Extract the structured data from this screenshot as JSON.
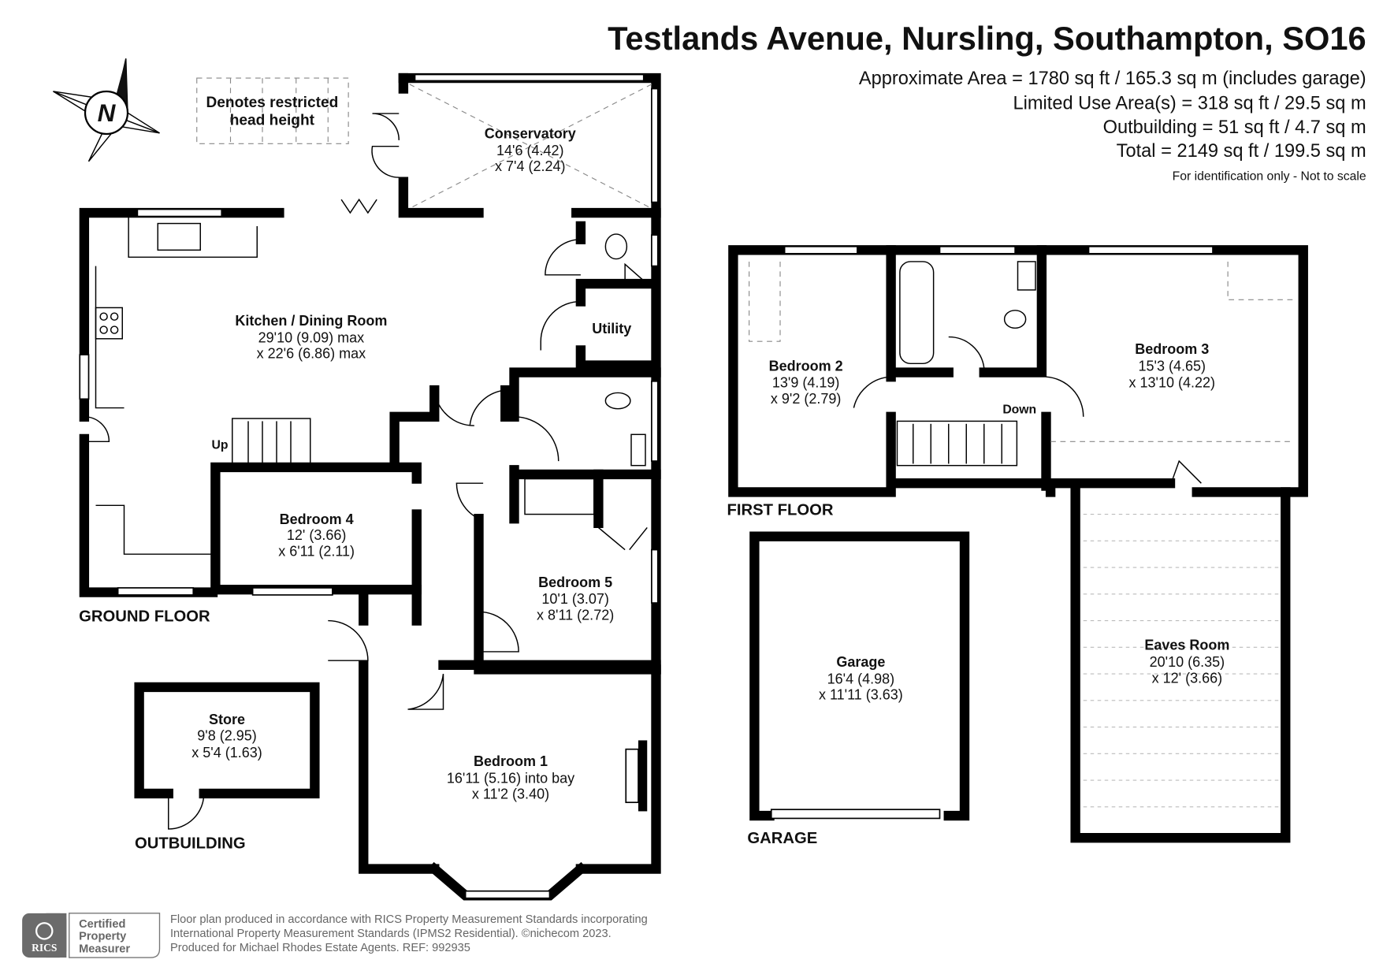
{
  "header": {
    "title": "Testlands Avenue, Nursling, Southampton, SO16",
    "areas": [
      "Approximate Area = 1780 sq ft / 165.3 sq m (includes garage)",
      "Limited Use Area(s) = 318 sq ft / 29.5 sq m",
      "Outbuilding = 51 sq ft / 4.7 sq m",
      "Total = 2149 sq ft / 199.5 sq m"
    ],
    "disclaimer": "For identification only - Not to scale"
  },
  "compass": {
    "label": "N"
  },
  "legend": {
    "line1": "Denotes restricted",
    "line2": "head height"
  },
  "floors": {
    "ground": "GROUND FLOOR",
    "first": "FIRST FLOOR",
    "garage": "GARAGE",
    "outbuilding": "OUTBUILDING"
  },
  "labels": {
    "up": "Up",
    "down": "Down"
  },
  "rooms": [
    {
      "name": "Conservatory",
      "dim1": "14'6 (4.42)",
      "dim2": "x 7'4 (2.24)"
    },
    {
      "name": "Kitchen / Dining Room",
      "dim1": "29'10 (9.09) max",
      "dim2": "x 22'6 (6.86) max"
    },
    {
      "name": "Utility"
    },
    {
      "name": "Bedroom 4",
      "dim1": "12' (3.66)",
      "dim2": "x 6'11 (2.11)"
    },
    {
      "name": "Bedroom 5",
      "dim1": "10'1 (3.07)",
      "dim2": "x 8'11 (2.72)"
    },
    {
      "name": "Bedroom 1",
      "dim1": "16'11 (5.16) into bay",
      "dim2": "x 11'2 (3.40)"
    },
    {
      "name": "Store",
      "dim1": "9'8 (2.95)",
      "dim2": "x 5'4 (1.63)"
    },
    {
      "name": "Bedroom 2",
      "dim1": "13'9 (4.19)",
      "dim2": "x 9'2 (2.79)"
    },
    {
      "name": "Bedroom 3",
      "dim1": "15'3 (4.65)",
      "dim2": "x 13'10 (4.22)"
    },
    {
      "name": "Garage",
      "dim1": "16'4 (4.98)",
      "dim2": "x 11'11 (3.63)"
    },
    {
      "name": "Eaves Room",
      "dim1": "20'10 (6.35)",
      "dim2": "x 12' (3.66)"
    }
  ],
  "footer": {
    "badge_brand": "RICS",
    "badge_text": [
      "Certified",
      "Property",
      "Measurer"
    ],
    "lines": [
      "Floor plan produced in accordance with RICS Property Measurement Standards incorporating",
      "International Property Measurement Standards (IPMS2 Residential).   ©nichecom 2023.",
      "Produced for Michael Rhodes Estate Agents.   REF: 992935"
    ]
  }
}
